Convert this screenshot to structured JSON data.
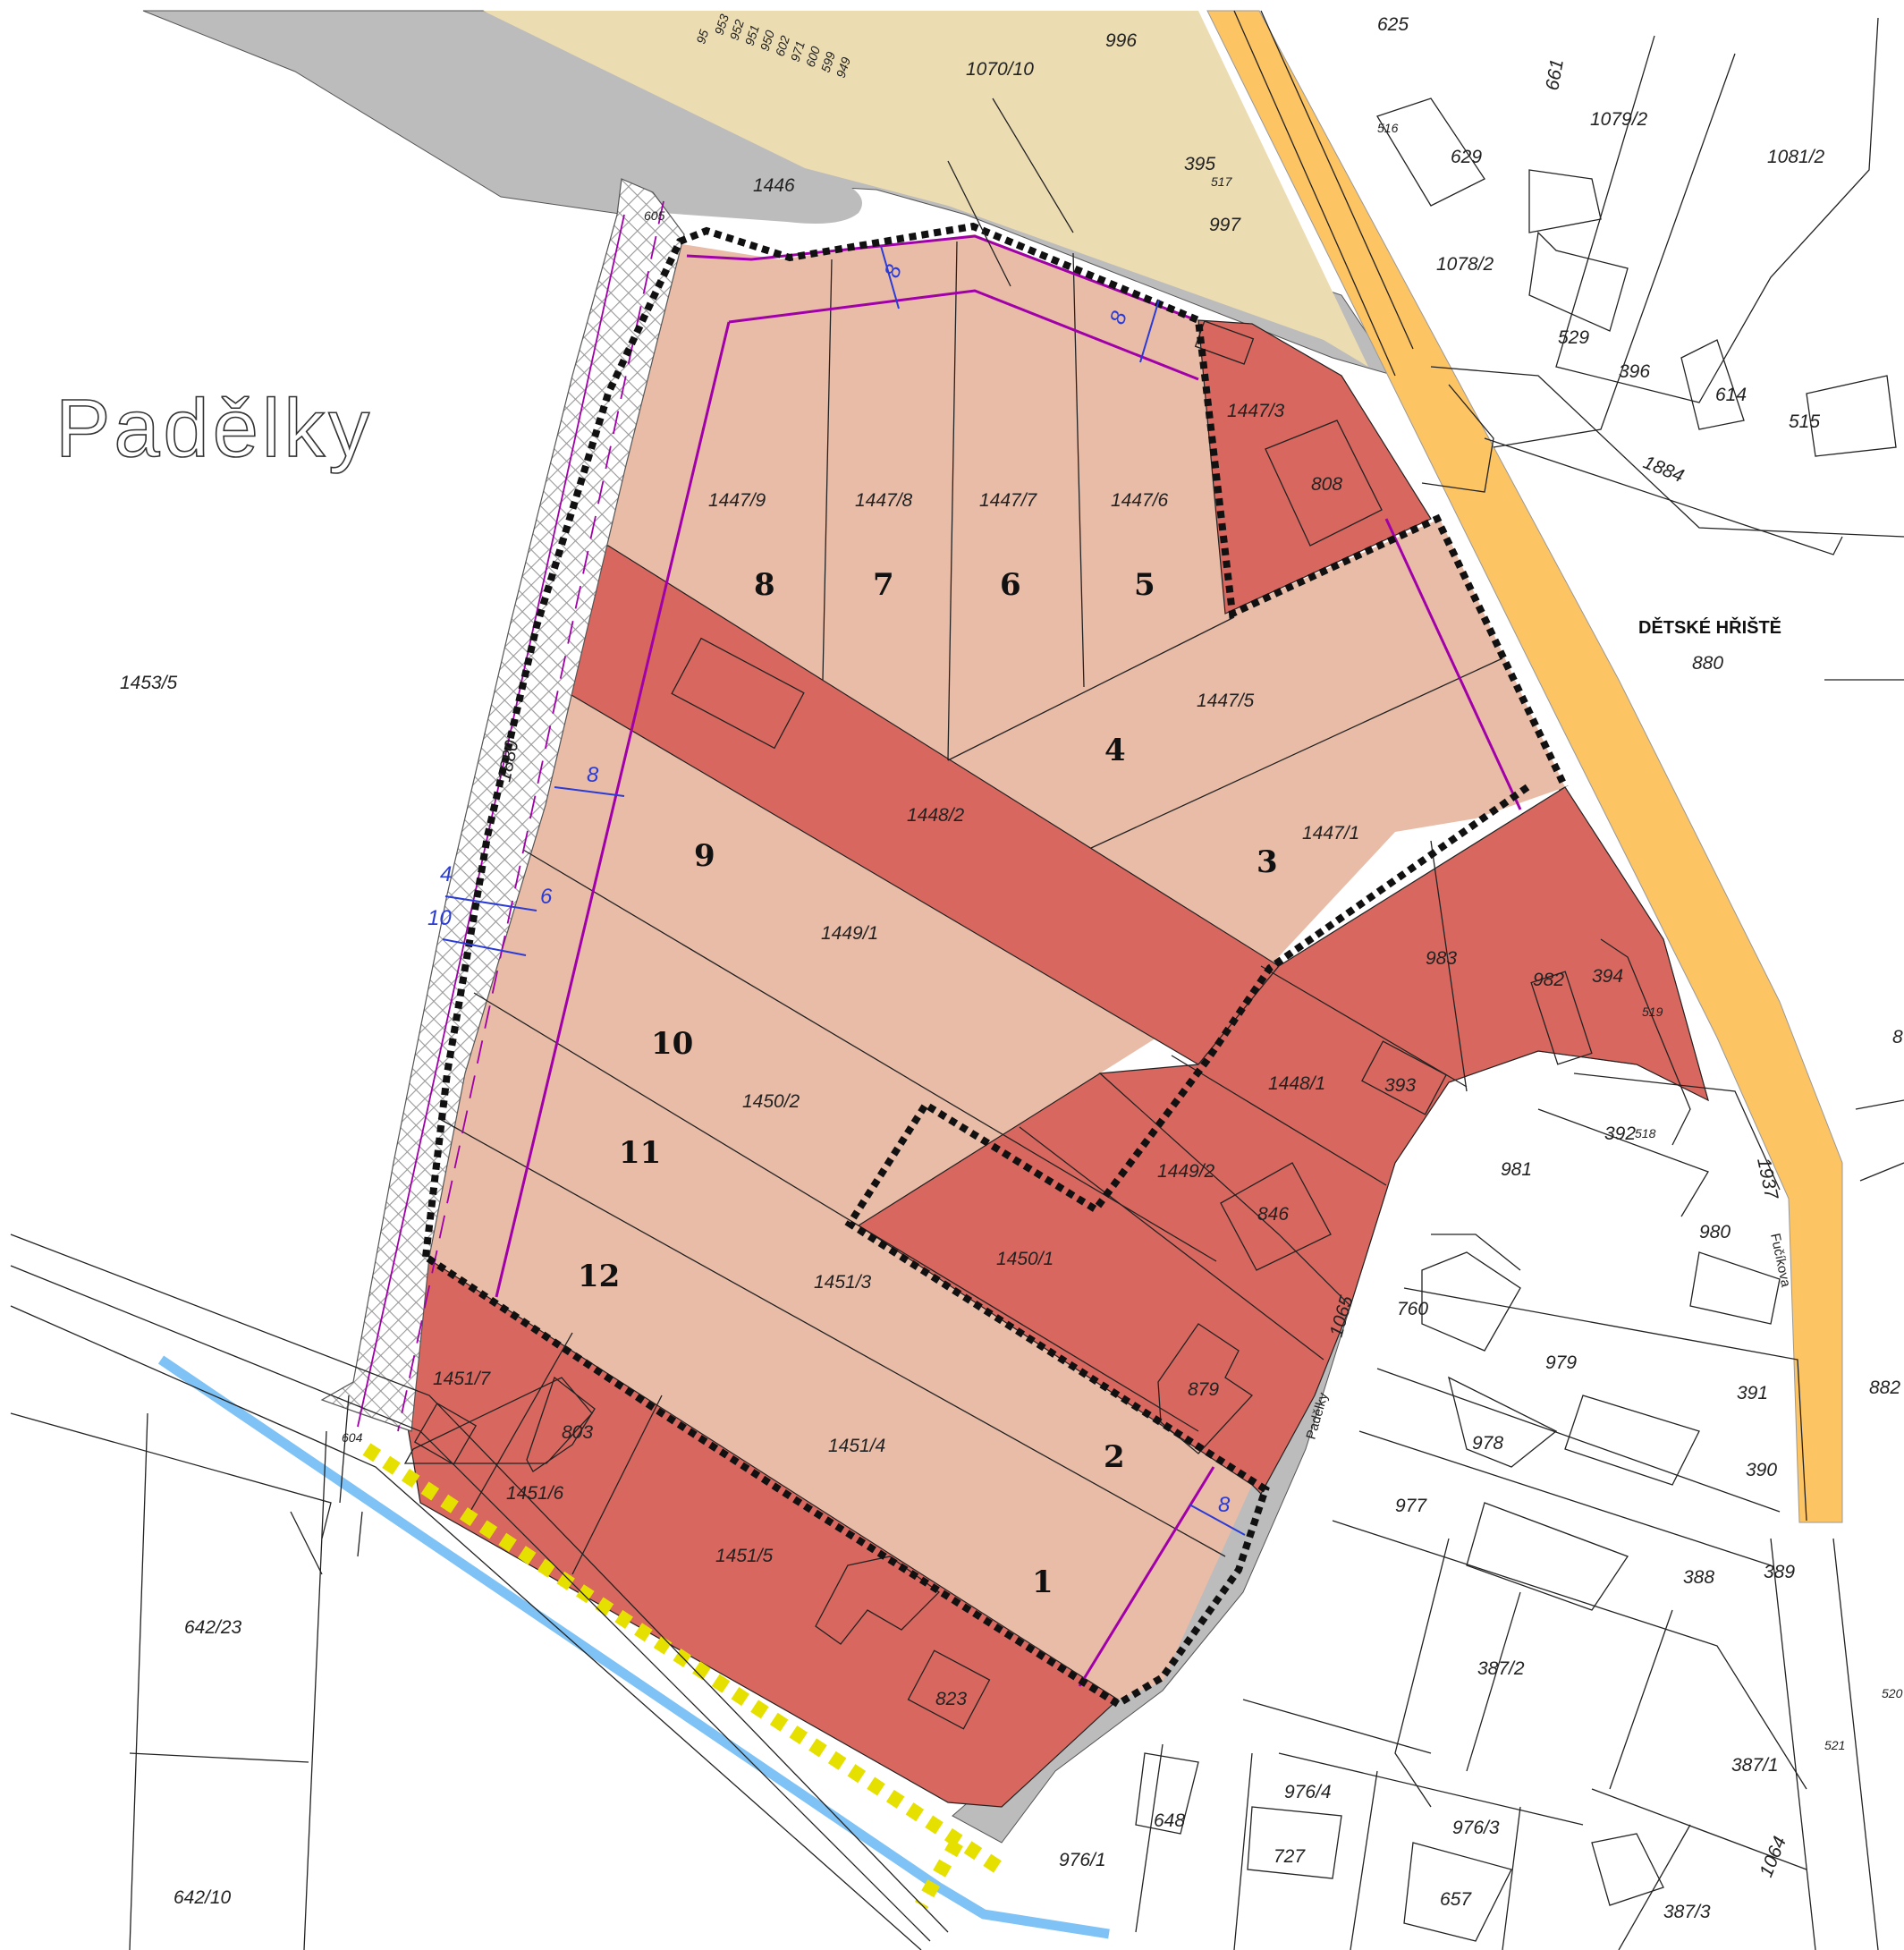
{
  "locality_name": "Padělky",
  "place_label": "DĚTSKÉ HŘIŠTĚ",
  "street_fucikova": "Fučíkova",
  "street_padelky": "Padělky",
  "colors": {
    "proposed_plot": "#e9bca8",
    "existing_built": "#d8685f",
    "road": "#bcbcbc",
    "field_path": "#ecdcb2",
    "main_road": "#fcc462",
    "boundary_line": "#a000a8",
    "stream": "#7fc2f5",
    "dashed_edge": "#e6e000",
    "dimension": "#2a3bd6"
  },
  "plot_numbers": [
    "1",
    "2",
    "3",
    "4",
    "5",
    "6",
    "7",
    "8",
    "9",
    "10",
    "11",
    "12"
  ],
  "parcels": {
    "p1447_9": "1447/9",
    "p1447_8": "1447/8",
    "p1447_7": "1447/7",
    "p1447_6": "1447/6",
    "p1447_3": "1447/3",
    "p808": "808",
    "p1447_5": "1447/5",
    "p1447_1": "1447/1",
    "p1448_2": "1448/2",
    "p1449_1": "1449/1",
    "p1450_2": "1450/2",
    "p1451_3": "1451/3",
    "p1451_4": "1451/4",
    "p1450_1": "1450/1",
    "p1449_2": "1449/2",
    "p1448_1": "1448/1",
    "p983": "983",
    "p982": "982",
    "p394": "394",
    "p393": "393",
    "p846": "846",
    "p879": "879",
    "p1451_7": "1451/7",
    "p803": "803",
    "p1451_6": "1451/6",
    "p1451_5": "1451/5",
    "p823": "823",
    "p1446": "1446",
    "p1453_5": "1453/5",
    "p1880": "1880",
    "p642_23": "642/23",
    "p642_10": "642/10",
    "p1065": "1065",
    "p1064": "1064",
    "p1937": "1937",
    "p1884": "1884",
    "p880": "880",
    "p996": "996",
    "p625": "625",
    "p1070_10": "1070/10",
    "p395": "395",
    "p997": "997",
    "p629": "629",
    "p1078_2": "1078/2",
    "p1079_2": "1079/2",
    "p1081_2": "1081/2",
    "p529": "529",
    "p396": "396",
    "p614": "614",
    "p515": "515",
    "p661": "661",
    "p392": "392",
    "p981": "981",
    "p980": "980",
    "p760": "760",
    "p979": "979",
    "p391": "391",
    "p978": "978",
    "p977": "977",
    "p390": "390",
    "p388": "388",
    "p389": "389",
    "p387_2": "387/2",
    "p387_1": "387/1",
    "p387_3": "387/3",
    "p976_4": "976/4",
    "p976_3": "976/3",
    "p976_1": "976/1",
    "p648": "648",
    "p727": "727",
    "p657": "657",
    "p882": "882",
    "p8x": "8"
  },
  "points": {
    "pt605": "605",
    "pt604": "604",
    "pt516": "516",
    "pt517": "517",
    "pt519": "519",
    "pt518": "518",
    "pt521": "521",
    "pt520": "520"
  },
  "stacked_parcels": [
    "953",
    "952",
    "951",
    "950",
    "602",
    "971",
    "600",
    "599",
    "949"
  ],
  "stacked_parcel_top": "95",
  "dimensions": {
    "d8": "8",
    "d4": "4",
    "d10": "10",
    "d6": "6"
  }
}
